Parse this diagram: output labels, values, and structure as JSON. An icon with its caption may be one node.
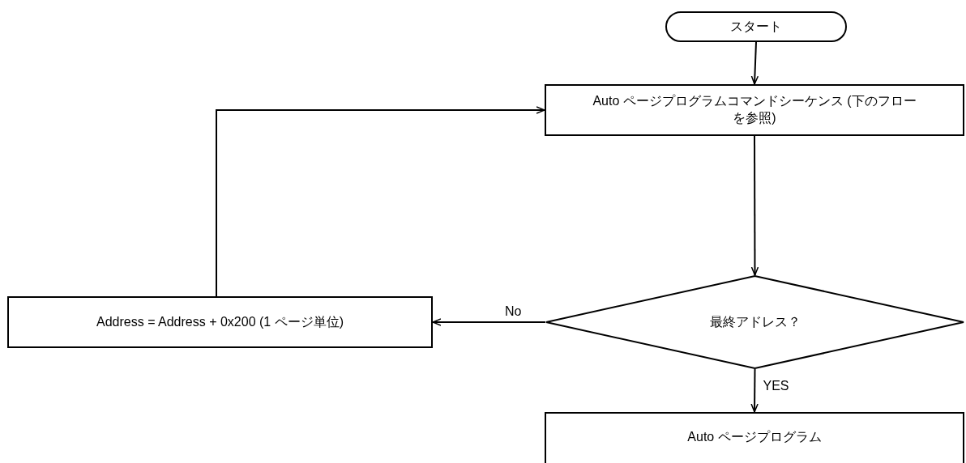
{
  "diagram": {
    "nodes": [
      {
        "text": [
          "スタート"
        ]
      },
      {
        "text": [
          "Auto ページプログラムコマンドシーケンス (下のフローを参照)"
        ]
      },
      {
        "text": [
          "最終アドレス？"
        ]
      },
      {
        "text": [
          "Address = Address + 0x200 (1 ページ単位)"
        ]
      },
      {
        "text": [
          "Auto ページプログラム"
        ]
      }
    ],
    "edges": [
      {
        "from": 0,
        "to": 1,
        "arrow": "to"
      },
      {
        "from": 1,
        "to": 2,
        "arrow": "to"
      },
      {
        "from": 2,
        "to": 3,
        "arrow": "to",
        "label": "No"
      },
      {
        "from": 3,
        "to": 1,
        "arrow": "to"
      },
      {
        "from": 2,
        "to": 4,
        "arrow": "to",
        "label": "YES"
      }
    ]
  }
}
